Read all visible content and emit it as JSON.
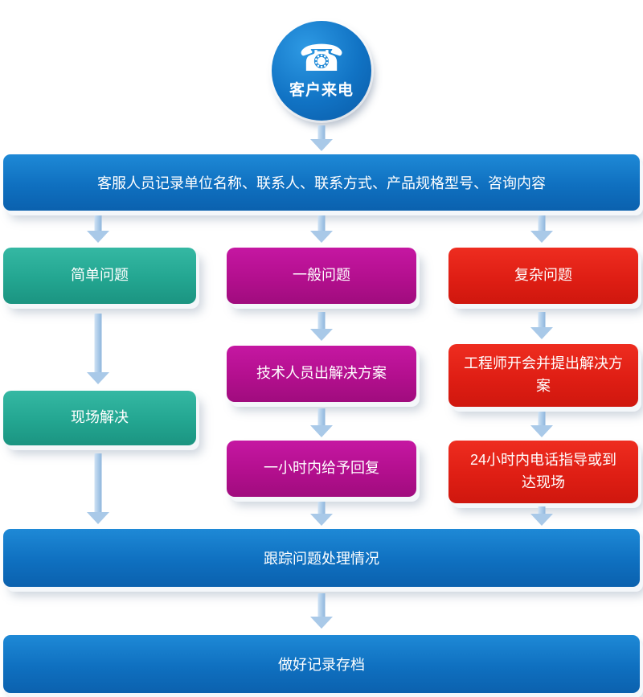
{
  "start": {
    "label": "客户来电",
    "icon_glyph": "☎"
  },
  "flow": {
    "record": "客服人员记录单位名称、联系人、联系方式、产品规格型号、咨询内容",
    "simple": {
      "q": "简单问题",
      "s1": "现场解决"
    },
    "general": {
      "q": "一般问题",
      "s1": "技术人员出解决方案",
      "s2": "一小时内给予回复"
    },
    "complex": {
      "q": "复杂问题",
      "s1": "工程师开会并提出解决方案",
      "s2": "24小时内电话指导或到达现场"
    },
    "track": "跟踪问题处理情况",
    "archive": "做好记录存档"
  },
  "colors": {
    "blue": "#0f70c0",
    "teal": "#23a691",
    "magenta": "#b30f8e",
    "red": "#df1e14",
    "arrow": "#a9c9e8"
  }
}
